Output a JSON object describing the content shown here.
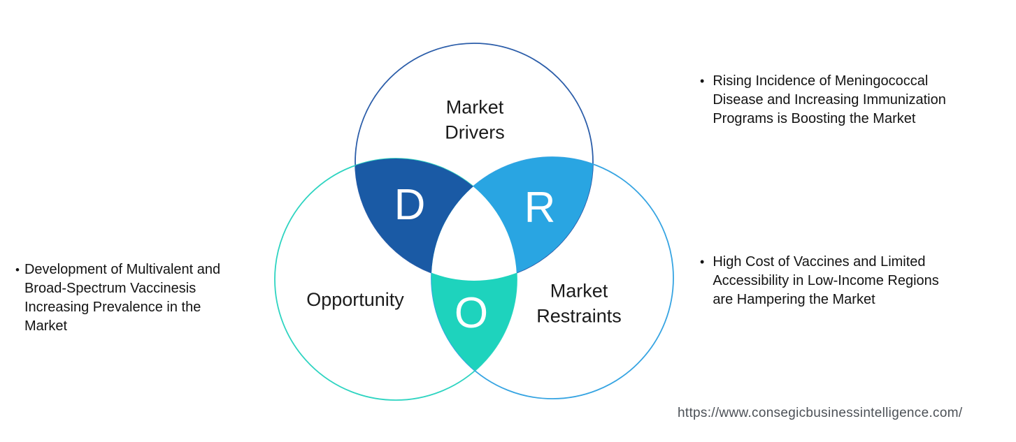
{
  "venn": {
    "circles": {
      "drivers": {
        "label": "Market\nDrivers",
        "stroke": "#2b5da9"
      },
      "opportunity": {
        "label": "Opportunity",
        "stroke": "#2ed4c1"
      },
      "restraints": {
        "label": "Market\nRestraints",
        "stroke": "#36a4e2"
      }
    },
    "overlaps": {
      "d": {
        "letter": "D",
        "fill": "#1a5aa5"
      },
      "r": {
        "letter": "R",
        "fill": "#29a5e2"
      },
      "o": {
        "letter": "O",
        "fill": "#1ed3bd"
      }
    },
    "center_fill": "#ffffff"
  },
  "notes": {
    "opportunity_note": {
      "bullet": "•",
      "text": "Development of Multivalent and\nBroad-Spectrum Vaccinesis\nIncreasing Prevalence in the\nMarket"
    },
    "drivers_note": {
      "bullet": "•",
      "text": "Rising Incidence of Meningococcal\nDisease and Increasing Immunization\nPrograms is Boosting the Market"
    },
    "restraints_note": {
      "bullet": "•",
      "text": "High Cost of Vaccines and Limited\nAccessibility in Low-Income Regions\nare Hampering the Market"
    }
  },
  "footer": {
    "url": "https://www.consegicbusinessintelligence.com/"
  }
}
